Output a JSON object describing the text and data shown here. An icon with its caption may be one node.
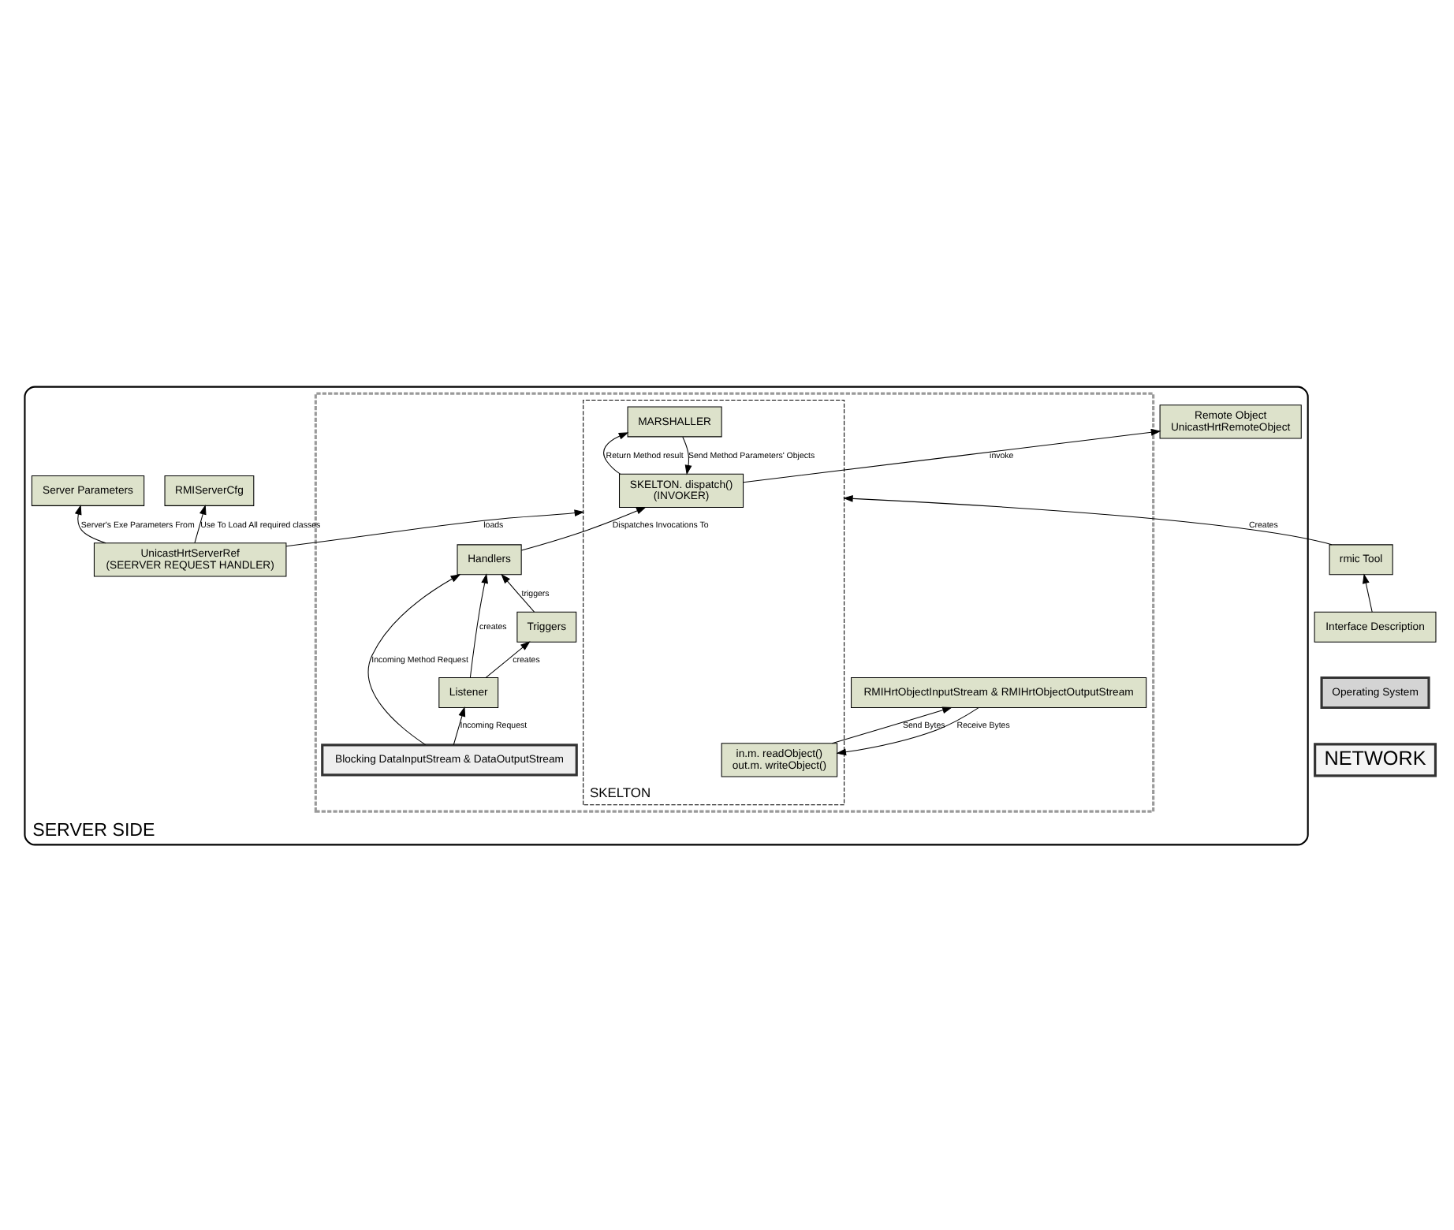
{
  "diagram": {
    "nodes": [
      {
        "text": [
          "SERVER SIDE"
        ]
      },
      {
        "text": [
          "Remote Object",
          "UnicastHrtRemoteObject"
        ],
        "in": 0
      },
      {
        "text": [
          "Server Parameters"
        ],
        "in": 0
      },
      {
        "text": [
          "UnicastHrtServerRef",
          "(SEERVER REQUEST HANDLER)"
        ],
        "in": 0
      },
      {
        "text": [
          "RMIServerCfg"
        ],
        "in": 0
      },
      {
        "text": [],
        "shape": "box",
        "in": 0
      },
      {
        "text": [
          "SKELTON"
        ],
        "in": 5
      },
      {
        "text": [
          "Handlers"
        ],
        "in": 5
      },
      {
        "text": [
          "Triggers"
        ],
        "in": 5
      },
      {
        "text": [
          "Listener"
        ],
        "in": 5
      },
      {
        "text": [
          "SKELTON. dispatch()",
          "(INVOKER)"
        ],
        "in": 6
      },
      {
        "text": [
          "MARSHALLER"
        ],
        "in": 6
      },
      {
        "text": [
          "in.m. readObject()",
          "out.m. writeObject()"
        ],
        "in": 6
      },
      {
        "text": [
          "RMIHrtObjectInputStream & RMIHrtObjectOutputStream"
        ],
        "in": 5
      },
      {
        "text": [
          "Blocking DataInputStream & DataOutputStream"
        ],
        "in": 5
      },
      {
        "text": [
          "Operating System"
        ]
      },
      {
        "text": [
          "NETWORK"
        ]
      },
      {
        "text": [
          "rmic Tool"
        ]
      },
      {
        "text": [
          "Interface Description"
        ]
      }
    ],
    "edges": [
      {
        "from": 3,
        "to": 2,
        "label": "Server's Exe Parameters From",
        "arrow": "to"
      },
      {
        "from": 3,
        "to": 4,
        "label": "Use To Load All required classes",
        "arrow": "to"
      },
      {
        "from": 10,
        "to": 1,
        "label": "invoke",
        "arrow": "to"
      },
      {
        "from": 7,
        "to": 10,
        "label": "Dispatches Invocations To",
        "arrow": "to"
      },
      {
        "from": 8,
        "to": 7,
        "label": "triggers",
        "arrow": "to"
      },
      {
        "from": 9,
        "to": 8,
        "label": "creates",
        "arrow": "to"
      },
      {
        "from": 9,
        "to": 7,
        "label": "creates",
        "arrow": "to"
      },
      {
        "from": 14,
        "to": 9,
        "label": "Incoming Request",
        "arrow": "to"
      },
      {
        "from": 14,
        "to": 7,
        "label": "Incoming Method Request",
        "arrow": "to"
      },
      {
        "from": 3,
        "to": 6,
        "label": "loads",
        "arrow": "to"
      },
      {
        "from": 11,
        "to": 10,
        "label": "Send Method Parameters' Objects",
        "arrow": "to"
      },
      {
        "from": 10,
        "to": 11,
        "label": "Return Method result",
        "arrow": "to"
      },
      {
        "from": 13,
        "to": 12,
        "label": "Receive Bytes",
        "arrow": "to"
      },
      {
        "from": 12,
        "to": 13,
        "label": "Send Bytes",
        "arrow": "to"
      },
      {
        "from": 17,
        "to": 6,
        "label": "Creates",
        "arrow": "to"
      },
      {
        "from": 18,
        "to": 17,
        "arrow": "to"
      }
    ]
  }
}
